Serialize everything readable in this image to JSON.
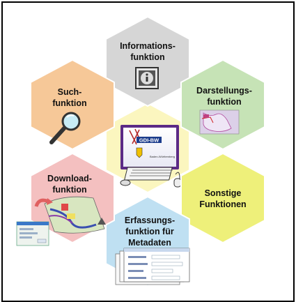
{
  "colors": {
    "info": "#d6d6d6",
    "darstellung": "#c6e3b6",
    "sonstige": "#eef07a",
    "erfassung": "#bfe0f2",
    "download": "#f4c0c0",
    "suche": "#f6c898",
    "center": "#fbf6bf",
    "stroke": "#ffffff"
  },
  "hexes": {
    "info": {
      "label_line1": "Informations-",
      "label_line2": "funktion",
      "icon": "info-icon"
    },
    "darstellung": {
      "label_line1": "Darstellungs-",
      "label_line2": "funktion",
      "icon": "map-icon"
    },
    "sonstige": {
      "label_line1": "Sonstige",
      "label_line2": "Funktionen"
    },
    "erfassung": {
      "label_line1": "Erfassungs-",
      "label_line2": "funktion für",
      "label_line3": "Metadaten",
      "icon": "metadata-form-icon"
    },
    "download": {
      "label_line1": "Download-",
      "label_line2": "funktion",
      "icon": "download-map-icon"
    },
    "suche": {
      "label_line1": "Such-",
      "label_line2": "funktion",
      "icon": "magnifier-icon"
    },
    "center": {
      "screen_text": "GDI-BW",
      "screen_subtext": "Baden-Württemberg",
      "icon": "computer-icon"
    }
  }
}
